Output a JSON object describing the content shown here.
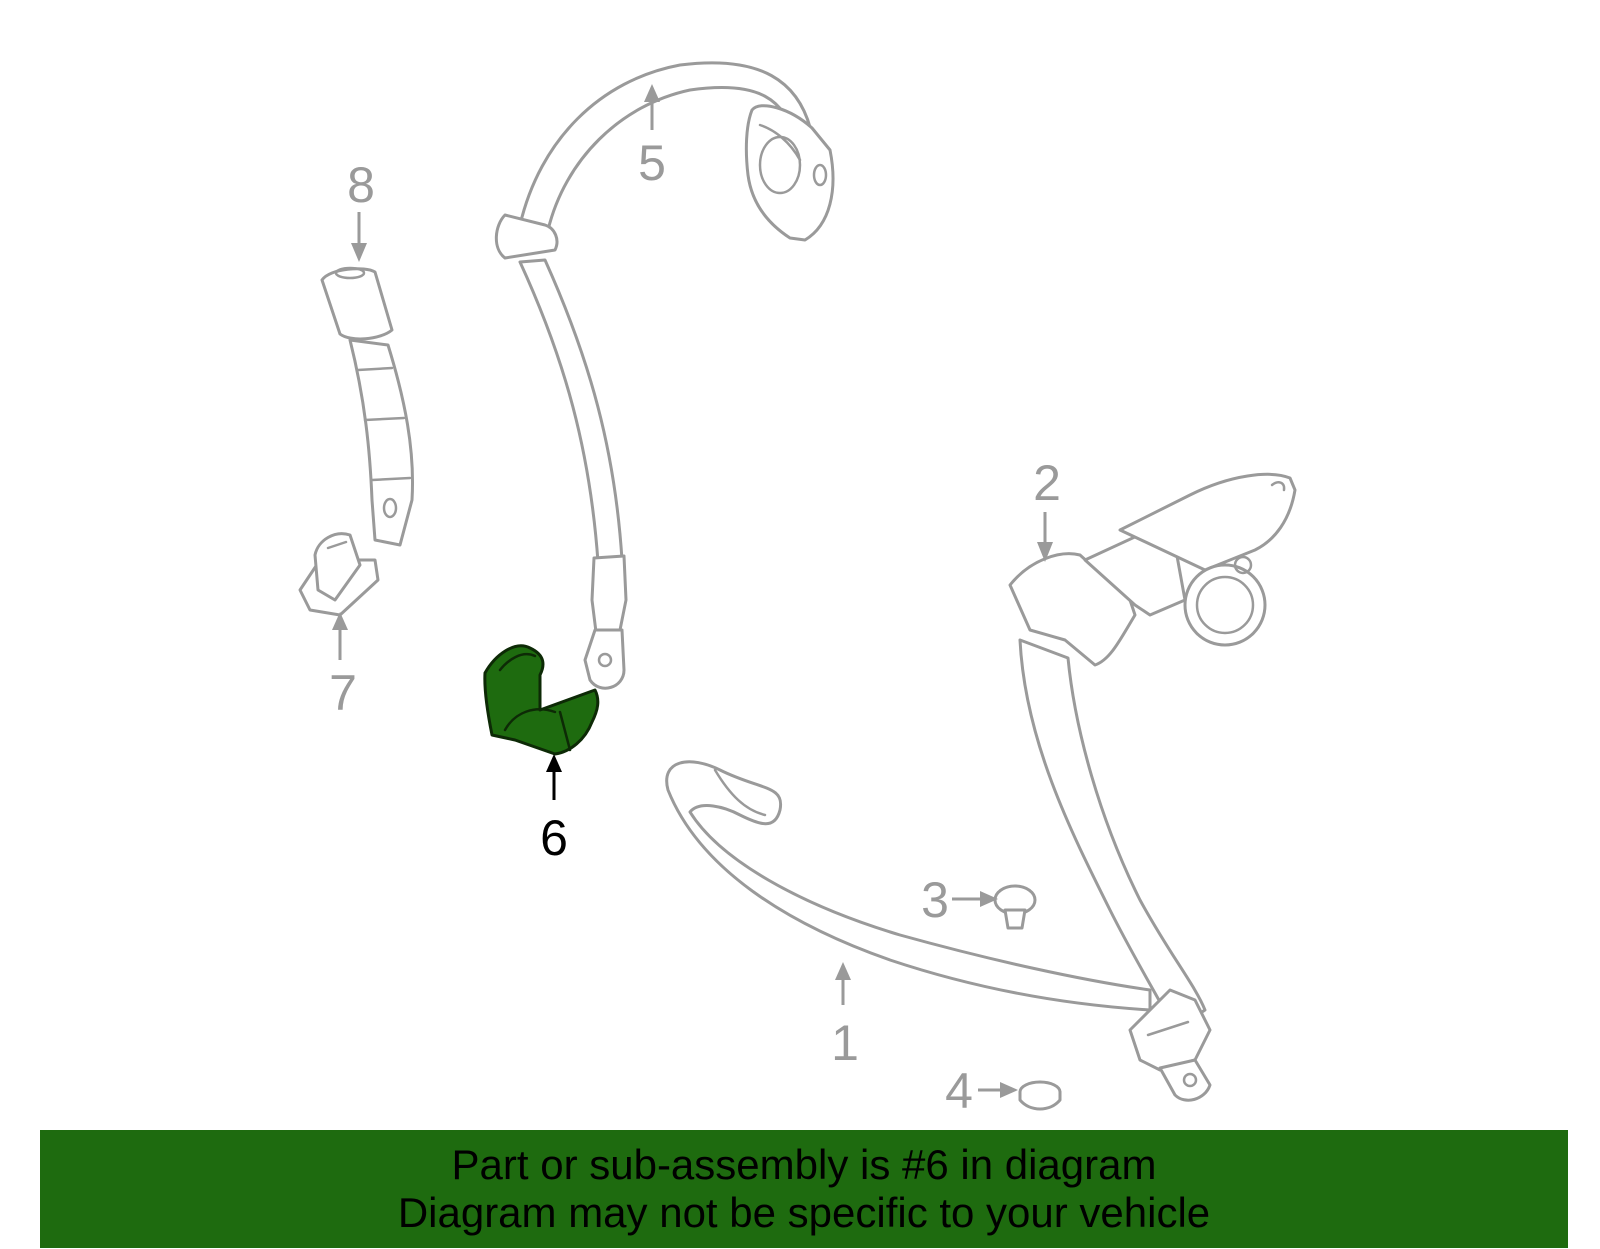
{
  "diagram": {
    "highlight_color": "#1e6b0f",
    "part_stroke_color": "#9a9a9a",
    "callouts": [
      {
        "id": "1",
        "label": "1"
      },
      {
        "id": "2",
        "label": "2"
      },
      {
        "id": "3",
        "label": "3"
      },
      {
        "id": "4",
        "label": "4"
      },
      {
        "id": "5",
        "label": "5"
      },
      {
        "id": "6",
        "label": "6",
        "highlighted": true
      },
      {
        "id": "7",
        "label": "7"
      },
      {
        "id": "8",
        "label": "8"
      }
    ]
  },
  "banner": {
    "background": "#1e6b0f",
    "line1": "Part or sub-assembly is #6 in diagram",
    "line2": "Diagram may not be specific to your vehicle"
  }
}
